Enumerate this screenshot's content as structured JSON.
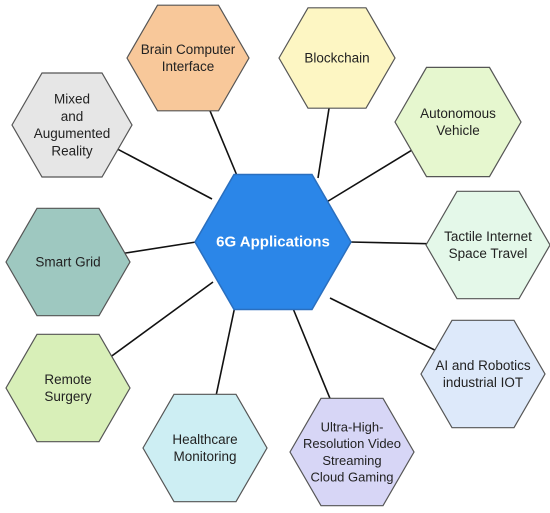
{
  "center": {
    "label_lines": [
      "6G Applications"
    ],
    "fill": "#2b86e8",
    "stroke": "#2a6fbf"
  },
  "nodes": [
    {
      "id": "brain-computer-interface",
      "lines": [
        "Brain Computer",
        "Interface"
      ],
      "fill": "#f8c89a"
    },
    {
      "id": "blockchain",
      "lines": [
        "Blockchain"
      ],
      "fill": "#fdf6c3"
    },
    {
      "id": "autonomous-vehicle",
      "lines": [
        "Autonomous",
        "Vehicle"
      ],
      "fill": "#e6f7cf"
    },
    {
      "id": "tactile-internet-space-travel",
      "lines": [
        "Tactile Internet",
        "Space Travel"
      ],
      "fill": "#e4f8e9"
    },
    {
      "id": "ai-and-robotics-industrial-iot",
      "lines": [
        "AI and Robotics",
        "industrial IOT"
      ],
      "fill": "#dde9fa"
    },
    {
      "id": "ultra-high-resolution-video",
      "lines": [
        "Ultra-High-",
        "Resolution Video",
        "Streaming",
        "Cloud Gaming"
      ],
      "fill": "#d7d6f6"
    },
    {
      "id": "healthcare-monitoring",
      "lines": [
        "Healthcare",
        "Monitoring"
      ],
      "fill": "#cdeef3"
    },
    {
      "id": "remote-surgery",
      "lines": [
        "Remote",
        "Surgery"
      ],
      "fill": "#d8efb8"
    },
    {
      "id": "smart-grid",
      "lines": [
        "Smart Grid"
      ],
      "fill": "#9ec8c0"
    },
    {
      "id": "mixed-augmented-reality",
      "lines": [
        "Mixed",
        "and",
        "Augumented",
        "Reality"
      ],
      "fill": "#e6e6e6"
    }
  ],
  "colors": {
    "node_stroke": "#555555",
    "connector": "#111111"
  }
}
